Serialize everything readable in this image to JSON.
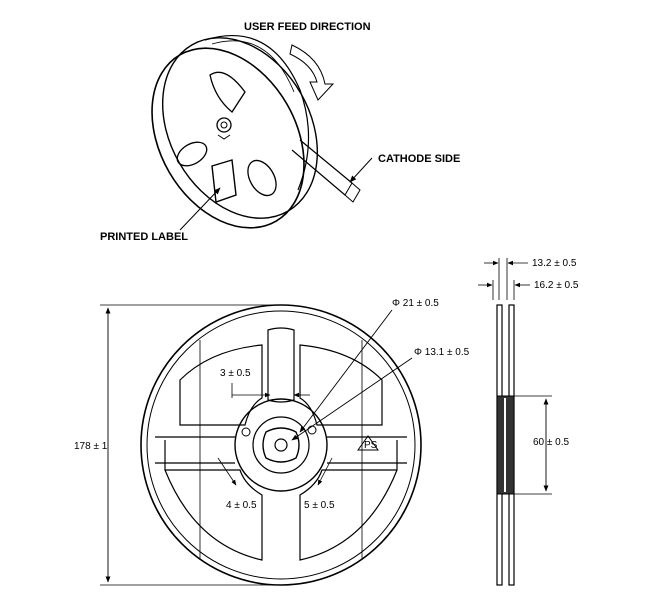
{
  "labels": {
    "user_feed_direction": "USER FEED DIRECTION",
    "cathode_side": "CATHODE SIDE",
    "printed_label": "PRINTED LABEL"
  },
  "dimensions": {
    "outer_diameter": "178 ± 1",
    "hub_bore_outer": "Φ 21 ± 0.5",
    "hub_bore_inner": "Φ 13.1 ± 0.5",
    "slot_width": "3 ± 0.5",
    "spoke_left": "4 ± 0.5",
    "spoke_right": "5 ± 0.5",
    "reel_width_inner": "13.2 ± 0.5",
    "reel_width_outer": "16.2 ± 0.5",
    "hub_height": "60 ± 0.5"
  },
  "colors": {
    "line": "#000000",
    "background": "#ffffff"
  }
}
